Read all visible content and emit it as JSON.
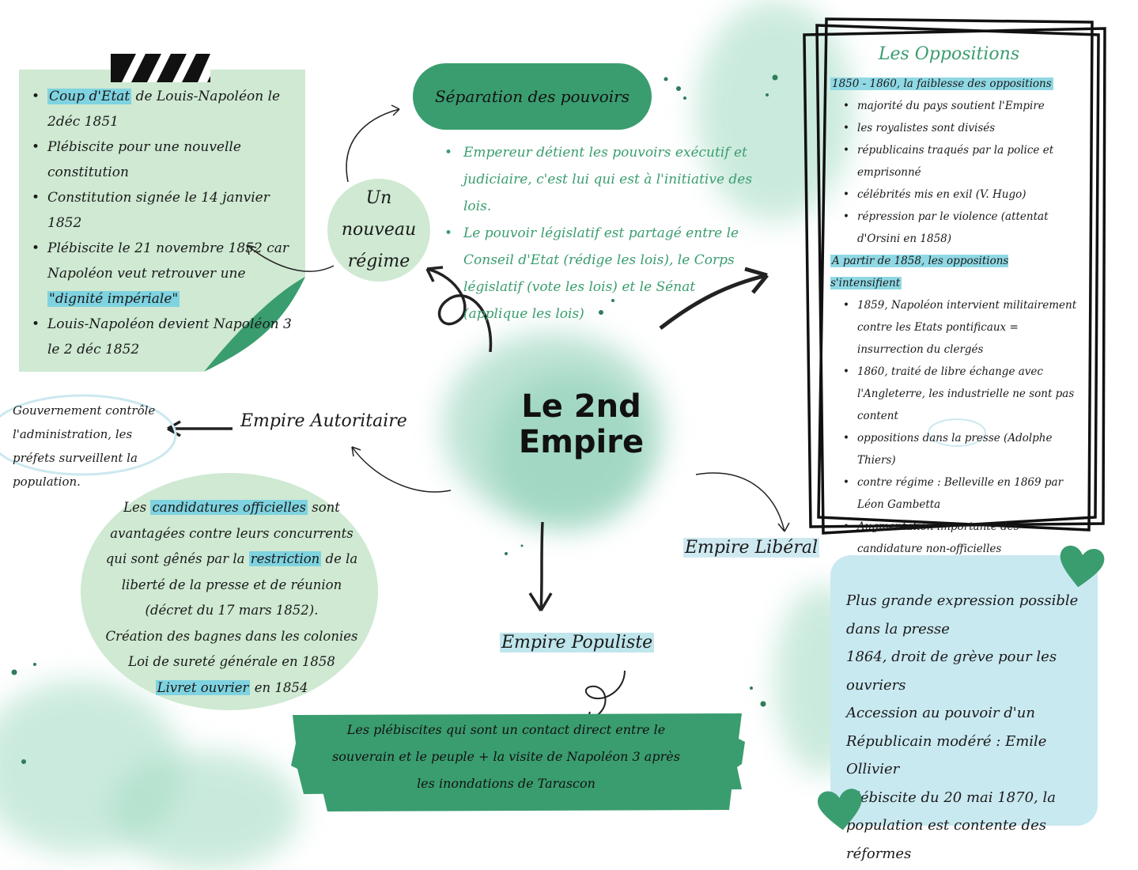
{
  "colors": {
    "green": "#3a9d6f",
    "light_green": "#cfe9d2",
    "light_blue": "#c9e9f1",
    "highlight": "#7fd3e0"
  },
  "center": {
    "title_line1": "Le 2nd",
    "title_line2": "Empire"
  },
  "note": {
    "items": [
      {
        "pre": "",
        "hl": "Coup d'Etat",
        "post": " de Louis-Napoléon le 2déc 1851"
      },
      {
        "pre": "Plébiscite pour une nouvelle constitution",
        "hl": "",
        "post": ""
      },
      {
        "pre": "Constitution signée le 14 janvier 1852",
        "hl": "",
        "post": ""
      },
      {
        "pre": "Plébiscite le 21 novembre 1852 car Napoléon veut retrouver une ",
        "hl": "\"dignité impériale\"",
        "post": ""
      },
      {
        "pre": "Louis-Napoléon devient Napoléon 3 le 2 déc 1852",
        "hl": "",
        "post": ""
      }
    ]
  },
  "regime": {
    "line1": "Un nouveau",
    "line2": "régime"
  },
  "separation": {
    "title": "Séparation des pouvoirs",
    "items": [
      "Empereur détient les pouvoirs exécutif et judiciaire, c'est lui qui est à l'initiative des lois.",
      "Le pouvoir législatif est partagé entre le Conseil d'Etat (rédige les lois), le Corps législatif (vote les lois) et le Sénat (applique les lois)"
    ]
  },
  "oppositions": {
    "title": "Les Oppositions",
    "period1": "1850 - 1860, la faiblesse des oppositions",
    "items1": [
      "majorité du pays soutient l'Empire",
      "les royalistes sont divisés",
      "républicains traqués par la police et emprisonné",
      "célébrités mis en exil (V. Hugo)",
      "répression par le violence (attentat d'Orsini en 1858)"
    ],
    "period2": "A partir de 1858, les oppositions s'intensifient",
    "items2": [
      "1859, Napoléon intervient militairement contre les Etats pontificaux = insurrection du clergés",
      "1860, traité de libre échange avec l'Angleterre, les industrielle ne sont pas content",
      "oppositions dans la presse (Adolphe Thiers)",
      "contre régime : Belleville en 1869 par Léon Gambetta",
      "Augmentation importante des candidature non-officielles"
    ]
  },
  "autoritaire": {
    "label": "Empire Autoritaire",
    "gov_text": "Gouvernement contrôle l'administration, les préfets surveillent la population.",
    "p1_a": "Les ",
    "p1_hl": "candidatures officielles",
    "p1_b": " sont avantagées contre leurs concurrents qui sont gênés par la ",
    "p1_hl2": "restriction",
    "p1_c": " de la liberté de la presse et de réunion (décret du 17 mars 1852).",
    "p2": "Création des bagnes dans les colonies",
    "p3": "Loi de sureté générale en 1858",
    "p4_hl": "Livret ouvrier",
    "p4_b": " en 1854"
  },
  "populiste": {
    "label": "Empire Populiste",
    "text": "Les plébiscites qui sont un contact direct entre le souverain et le peuple + la visite de Napoléon 3 après les inondations de Tarascon"
  },
  "liberal": {
    "label": "Empire Libéral",
    "lines": [
      "Plus grande expression possible dans la presse",
      "1864, droit de grève pour les ouvriers",
      "Accession au pouvoir d'un Républicain modéré : Emile Ollivier",
      "Plébiscite du 20 mai 1870, la population est contente des réformes"
    ]
  }
}
